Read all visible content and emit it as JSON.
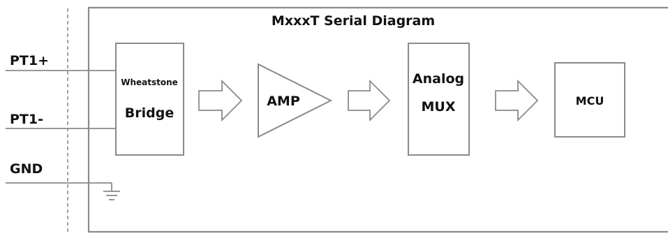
{
  "title": "MxxxT Serial Diagram",
  "signals": {
    "pt1_plus": "PT1+",
    "pt1_minus": "PT1-",
    "gnd": "GND"
  },
  "blocks": {
    "bridge_line1": "Wheatstone",
    "bridge_line2": "Bridge",
    "amp": "AMP",
    "mux_line1": "Analog",
    "mux_line2": "MUX",
    "mcu": "MCU"
  }
}
